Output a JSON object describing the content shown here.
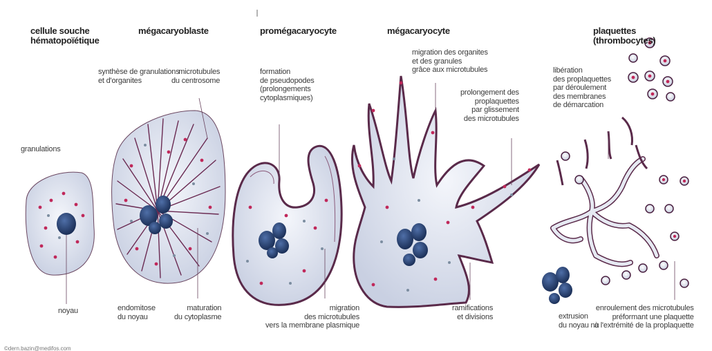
{
  "titles": {
    "stem_cell": "cellule souche\nhématopoïétique",
    "megakaryoblast": "mégacaryoblaste",
    "promegakaryocyte": "promégacaryocyte",
    "megakaryocyte": "mégacaryocyte",
    "platelets": "plaquettes\n(thrombocytes)"
  },
  "labels": {
    "granulations": "granulations",
    "noyau": "noyau",
    "synthese": "synthèse de granulations\net d'organites",
    "microtubules_centrosome": "microtubules\ndu centrosome",
    "endomitose": "endomitose\ndu noyau",
    "maturation": "maturation\ndu cytoplasme",
    "formation_pseudopodes": "formation\nde pseudopodes\n(prolongements\ncytoplasmiques)",
    "migration_microtubules": "migration\ndes microtubules\nvers la membrane plasmique",
    "migration_organites": "migration des organites\net des granules\ngrâce aux microtubules",
    "prolongement": "prolongement des\nproplaquettes\npar glissement\ndes microtubules",
    "ramifications": "ramifications\net divisions",
    "liberation": "libération\ndes proplaquettes\npar déroulement\ndes membranes\nde démarcation",
    "extrusion": "extrusion\ndu noyau nu",
    "enroulement": "enroulement des microtubules\npréformant une plaquette\nà l'extrémité de la proplaquette"
  },
  "credit": "©dern.bazin@medifos.com",
  "colors": {
    "cytoplasm": "#e2e6f0",
    "membrane": "#5a2a4a",
    "nucleus": "#27406e",
    "granule": "#c0285a",
    "organelle": "#7c8da0"
  }
}
